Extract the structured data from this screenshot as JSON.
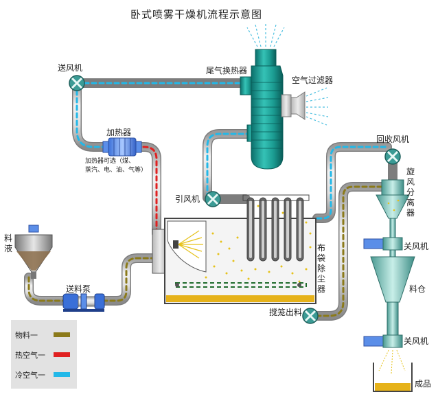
{
  "title": "卧式喷雾干燥机流程示意图",
  "labels": {
    "blower": "送风机",
    "heater": "加热器",
    "heater_note_line1": "加热器可选（煤、",
    "heater_note_line2": "蒸汽、电、油、气等）",
    "exhaust_hx": "尾气换热器",
    "air_filter": "空气过滤器",
    "induced_fan": "引风机",
    "feed_liquid": "料液",
    "feed_pump": "送料泵",
    "recovery_fan": "回收风机",
    "cyclone": "旋风分离器",
    "bag_filter": "布袋除尘器",
    "airlock_upper": "关风机",
    "airlock_lower": "关风机",
    "material_bin": "料仓",
    "screw_discharge": "搅笼出料",
    "product": "成品"
  },
  "legend": [
    {
      "label": "物料一",
      "color": "#8b7a1a"
    },
    {
      "label": "热空气一",
      "color": "#e02020"
    },
    {
      "label": "冷空气一",
      "color": "#22b8e8"
    }
  ]
}
